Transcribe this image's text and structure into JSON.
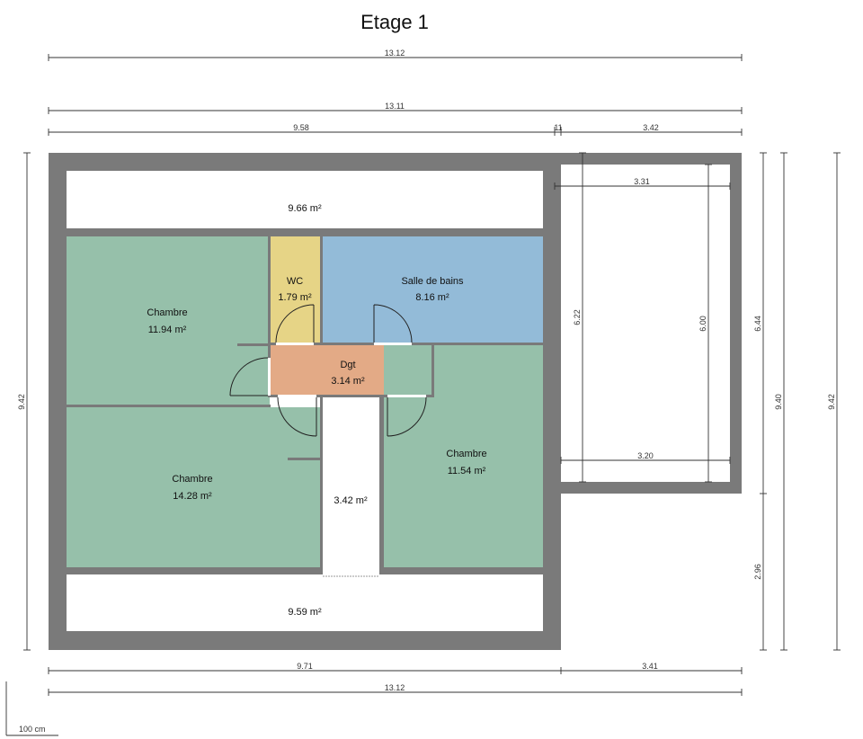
{
  "title": "Etage 1",
  "colors": {
    "wall": "#7a7a7a",
    "chambre": "#96c0aa",
    "wc": "#e6d486",
    "salle_de_bains": "#93bbd8",
    "dgt": "#e3aa86",
    "white_space": "#ffffff"
  },
  "rooms": {
    "top_area": {
      "area": "9.66 m²"
    },
    "chambre_nw": {
      "name": "Chambre",
      "area": "11.94 m²"
    },
    "wc": {
      "name": "WC",
      "area": "1.79 m²"
    },
    "salle_de_bains": {
      "name": "Salle de bains",
      "area": "8.16 m²"
    },
    "dgt": {
      "name": "Dgt",
      "area": "3.14 m²"
    },
    "chambre_sw": {
      "name": "Chambre",
      "area": "14.28 m²"
    },
    "corridor": {
      "area": "3.42 m²"
    },
    "chambre_se": {
      "name": "Chambre",
      "area": "11.54 m²"
    },
    "bottom_area": {
      "area": "9.59 m²"
    }
  },
  "dimensions": {
    "top_total_1": "13.12",
    "top_total_2": "13.11",
    "top_left": "9.58",
    "top_mid": "11",
    "top_right": "3.42",
    "annex_top_inner": "3.31",
    "annex_bottom_inner": "3.20",
    "annex_height_outer": "6.22",
    "annex_height_inner": "6.00",
    "left_height": "9.42",
    "right_upper": "6.44",
    "right_lower": "2.96",
    "right_total_1": "9.40",
    "right_total_2": "9.42",
    "bottom_left": "9.71",
    "bottom_right": "3.41",
    "bottom_total": "13.12"
  },
  "scale_label": "100 cm"
}
